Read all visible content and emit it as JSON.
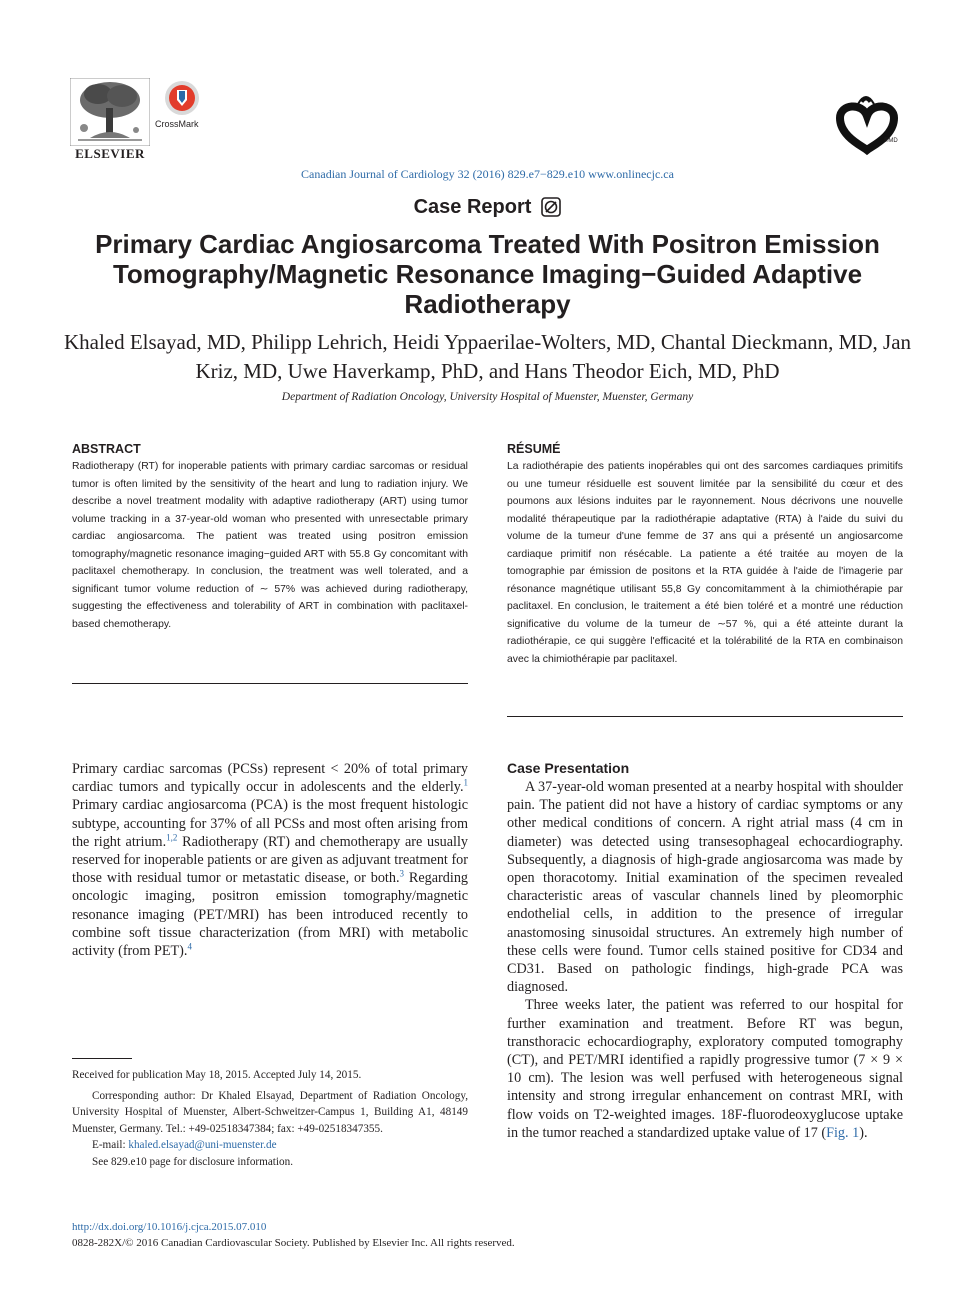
{
  "header": {
    "publisher_logo_text": "ELSEVIER",
    "crossmark_label": "CrossMark",
    "ccs_logo_mark": "®MD",
    "citation": "Canadian Journal of Cardiology 32 (2016) 829.e7−829.e10 www.onlinecjc.ca"
  },
  "article": {
    "type_label": "Case Report",
    "title": "Primary Cardiac Angiosarcoma Treated With Positron Emission Tomography/Magnetic Resonance Imaging−Guided Adaptive Radiotherapy",
    "authors": "Khaled Elsayad, MD, Philipp Lehrich, Heidi Yppaerilae-Wolters, MD, Chantal Dieckmann, MD, Jan Kriz, MD, Uwe Haverkamp, PhD, and Hans Theodor Eich, MD, PhD",
    "affiliation": "Department of Radiation Oncology, University Hospital of Muenster, Muenster, Germany"
  },
  "abstract": {
    "heading": "ABSTRACT",
    "text": "Radiotherapy (RT) for inoperable patients with primary cardiac sarcomas or residual tumor is often limited by the sensitivity of the heart and lung to radiation injury. We describe a novel treatment modality with adaptive radiotherapy (ART) using tumor volume tracking in a 37-year-old woman who presented with unresectable primary cardiac angiosarcoma. The patient was treated using positron emission tomography/magnetic resonance imaging−guided ART with 55.8 Gy concomitant with paclitaxel chemotherapy. In conclusion, the treatment was well tolerated, and a significant tumor volume reduction of ∼ 57% was achieved during radiotherapy, suggesting the effectiveness and tolerability of ART in combination with paclitaxel-based chemotherapy."
  },
  "resume": {
    "heading": "RÉSUMÉ",
    "text": "La radiothérapie des patients inopérables qui ont des sarcomes cardiaques primitifs ou une tumeur résiduelle est souvent limitée par la sensibilité du cœur et des poumons aux lésions induites par le rayonnement. Nous décrivons une nouvelle modalité thérapeutique par la radiothérapie adaptative (RTA) à l'aide du suivi du volume de la tumeur d'une femme de 37 ans qui a présenté un angiosarcome cardiaque primitif non résécable. La patiente a été traitée au moyen de la tomographie par émission de positons et la RTA guidée à l'aide de l'imagerie par résonance magnétique utilisant 55,8 Gy concomitamment à la chimiothérapie par paclitaxel. En conclusion, le traitement a été bien toléré et a montré une réduction significative du volume de la tumeur de ∼57 %, qui a été atteinte durant la radiothérapie, ce qui suggère l'efficacité et la tolérabilité de la RTA en combinaison avec la chimiothérapie par paclitaxel."
  },
  "intro": {
    "s1": "Primary cardiac sarcomas (PCSs) represent < 20% of total primary cardiac tumors and typically occur in adolescents and the elderly.",
    "r1": "1",
    "s2": " Primary cardiac angiosarcoma (PCA) is the most frequent histologic subtype, accounting for 37% of all PCSs and most often arising from the right atrium.",
    "r2": "1,2",
    "s3": " Radiotherapy (RT) and chemotherapy are usually reserved for inoperable patients or are given as adjuvant treatment for those with residual tumor or metastatic disease, or both.",
    "r3": "3",
    "s4": " Regarding oncologic imaging, positron emission tomography/magnetic resonance imaging (PET/MRI) has been introduced recently to combine soft tissue characterization (from MRI) with metabolic activity (from PET).",
    "r4": "4"
  },
  "footnotes": {
    "received": "Received for publication May 18, 2015. Accepted July 14, 2015.",
    "corresponding": "Corresponding author: Dr Khaled Elsayad, Department of Radiation Oncology, University Hospital of Muenster, Albert-Schweitzer-Campus 1, Building A1, 48149 Muenster, Germany. Tel.: +49-02518347384; fax: +49-02518347355.",
    "email_label": "E-mail: ",
    "email": "khaled.elsayad@uni-muenster.de",
    "disclosure": "See 829.e10 page for disclosure information."
  },
  "case": {
    "heading": "Case Presentation",
    "p1": "A 37-year-old woman presented at a nearby hospital with shoulder pain. The patient did not have a history of cardiac symptoms or any other medical conditions of concern. A right atrial mass (4 cm in diameter) was detected using transesophageal echocardiography. Subsequently, a diagnosis of high-grade angiosarcoma was made by open thoracotomy. Initial examination of the specimen revealed characteristic areas of vascular channels lined by pleomorphic endothelial cells, in addition to the presence of irregular anastomosing sinusoidal structures. An extremely high number of these cells were found. Tumor cells stained positive for CD34 and CD31. Based on pathologic findings, high-grade PCA was diagnosed.",
    "p2_pre": "Three weeks later, the patient was referred to our hospital for further examination and treatment. Before RT was begun, transthoracic echocardiography, exploratory computed tomography (CT), and PET/MRI identified a rapidly progressive tumor (7 × 9 × 10 cm). The lesion was well perfused with heterogeneous signal intensity and strong irregular enhancement on contrast MRI, with flow voids on T2-weighted images. 18F-fluorodeoxyglucose uptake in the tumor reached a standardized uptake value of 17 (",
    "fig_ref": "Fig. 1",
    "p2_post": ")."
  },
  "bottom": {
    "doi": "http://dx.doi.org/10.1016/j.cjca.2015.07.010",
    "copyright": "0828-282X/© 2016 Canadian Cardiovascular Society. Published by Elsevier Inc. All rights reserved."
  }
}
